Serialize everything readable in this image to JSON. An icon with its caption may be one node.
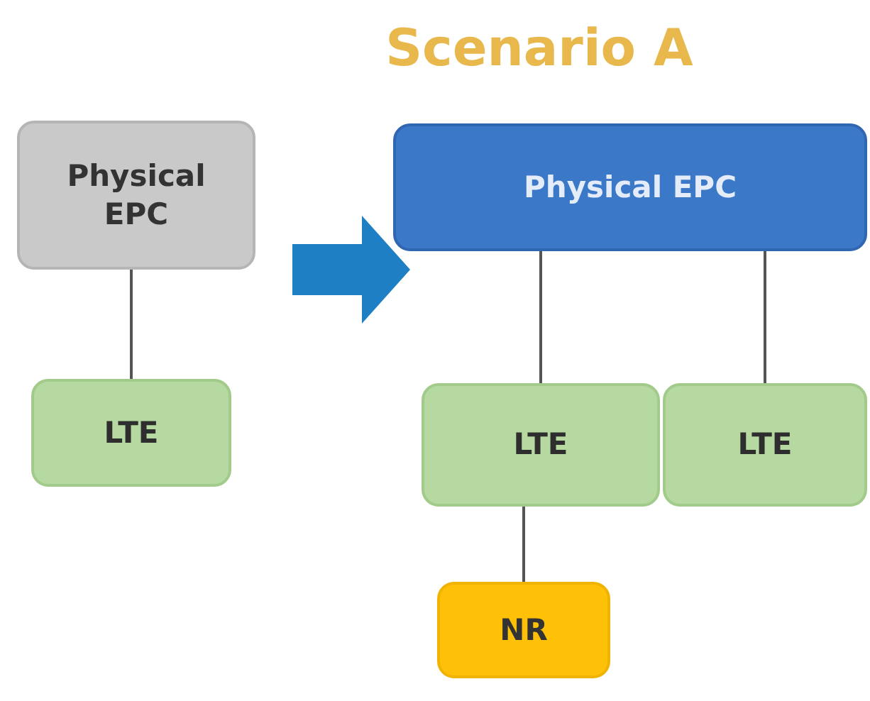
{
  "diagram": {
    "title": "Scenario A",
    "nodes": [
      {
        "text": [
          "Physical EPC"
        ]
      },
      {
        "text": [
          "LTE"
        ]
      },
      {
        "text": [
          "Physical EPC"
        ]
      },
      {
        "text": [
          "LTE"
        ]
      },
      {
        "text": [
          "LTE"
        ]
      },
      {
        "text": [
          "NR"
        ]
      }
    ],
    "edges": [
      {
        "from": 0,
        "to": 1,
        "arrow": "none"
      },
      {
        "from": 0,
        "to": 2,
        "arrow": "to",
        "style": "thick",
        "color": "#1f7fc4"
      },
      {
        "from": 2,
        "to": 3,
        "arrow": "none"
      },
      {
        "from": 2,
        "to": 4,
        "arrow": "none"
      },
      {
        "from": 3,
        "to": 5,
        "arrow": "none"
      }
    ]
  }
}
